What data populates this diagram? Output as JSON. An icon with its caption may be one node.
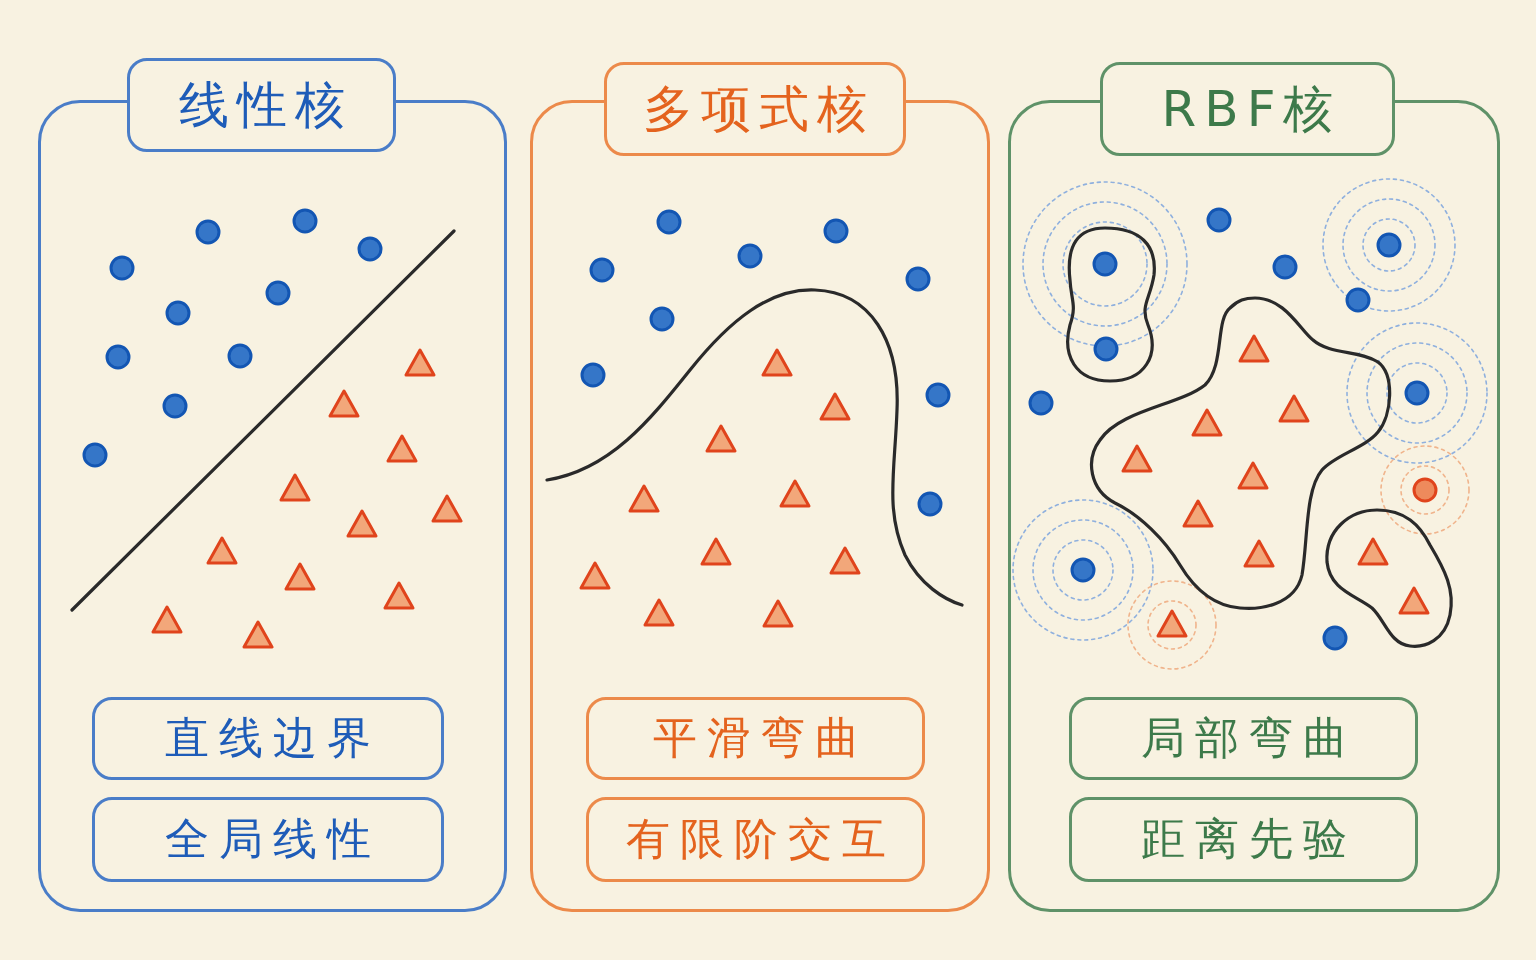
{
  "diagram": {
    "nodes": [
      {
        "text": [
          "线性核"
        ]
      },
      {
        "text": [
          "直线边界"
        ],
        "in": 0
      },
      {
        "text": [
          "全局线性"
        ],
        "in": 0
      },
      {
        "text": [
          "多项式核"
        ]
      },
      {
        "text": [
          "平滑弯曲"
        ],
        "in": 3
      },
      {
        "text": [
          "有限阶交互"
        ],
        "in": 3
      },
      {
        "text": [
          "RBF核"
        ]
      },
      {
        "text": [
          "局部弯曲"
        ],
        "in": 6
      },
      {
        "text": [
          "距离先验"
        ],
        "in": 6
      }
    ]
  }
}
